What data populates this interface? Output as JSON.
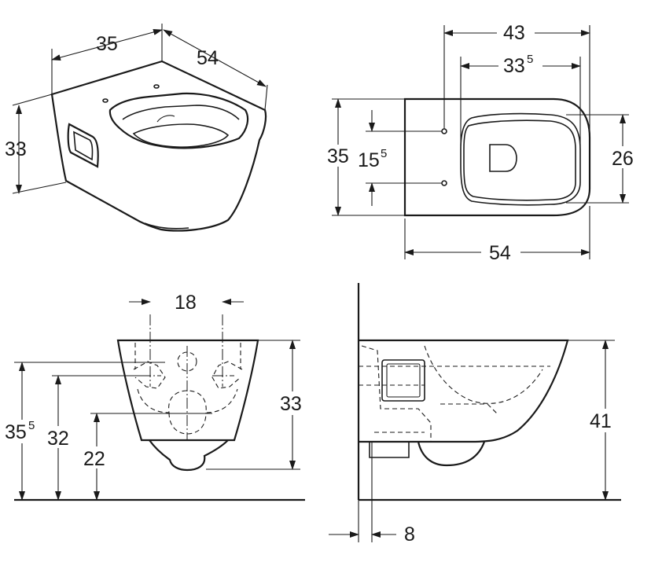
{
  "views": {
    "iso": {
      "width_label": "35",
      "depth_label": "54",
      "height_label": "33"
    },
    "top": {
      "width_label": "43",
      "seat_label": "33",
      "seat_label_sup": "5",
      "depth_label": "35",
      "bolt_label": "15",
      "bolt_label_sup": "5",
      "bowl_label": "26",
      "length_label": "54"
    },
    "front": {
      "bolt_spacing_label": "18",
      "rim_label": "35",
      "rim_label_sup": "5",
      "bolt_height_label": "32",
      "outlet_label": "22",
      "body_height_label": "33"
    },
    "side": {
      "height_label": "41",
      "wall_offset_label": "8"
    }
  }
}
